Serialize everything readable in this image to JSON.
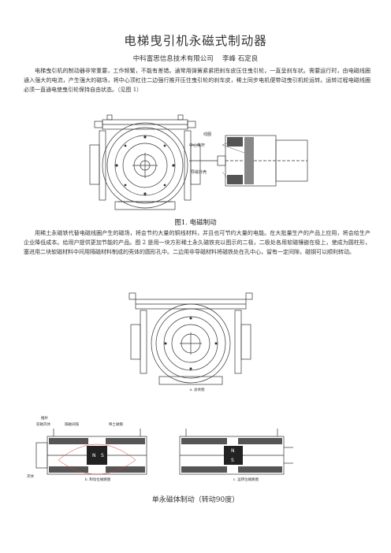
{
  "title": "电梯曳引机永磁式制动器",
  "authors": "中科富思信息技术有限公司　 李峰 石定良",
  "para1": "电梯曳引机的制动器非常重要，工作频繁，不能有差错。通常用弹簧紧紧把刹车皮压住曳引轮，一直呈刹车状。需要运行时，由电磁线圈通入强大的电流，产生强大的磁场，将中心顶杠往二边强行推开压住曳引轮的刹车皮，稀土同步电机便带动曳引机轮运转。运转过程电磁线圈必须一直通电使曳引轮保持自由状态。（见图 1）",
  "fig1": {
    "caption": "图1. 电磁制动",
    "label_coil": "线圈",
    "label_rod": "中心推杆",
    "label_shell": "导磁外壳"
  },
  "para2": "用稀土永磁铁代替电磁线圈产生的磁场，将会节约大量的铜线材料，并且也可节约大量的电能。在大批量生产的产品上应用，将会给生产企业降低成本。给用户提供更加节能的产品。图 2 是用一块方形稀土永久磁铁充以图示的二极，二极处各用软磁镶嵌在极上，使成为圆柱形，塞进用二块软磁材料中间用隔磁材料制成的壳体的圆形孔中。二边用非导磁材料将磁铁处在孔中心，留有一定间隙，磁钢可以顺利转动。",
  "fig2": {
    "caption_a": "a. 总体图",
    "caption_b": "b. 制动位磁路图",
    "caption_c": "c. 运转位磁路图",
    "label_pushrod": "推杆",
    "label_softshell": "软磁壳体",
    "label_isolation": "隔磁间隔",
    "label_magnet": "稀土磁钢",
    "label_shellside": "壳体",
    "pole_n": "N",
    "pole_s": "S"
  },
  "bottom_caption": "单永磁体制动（转动90度）"
}
